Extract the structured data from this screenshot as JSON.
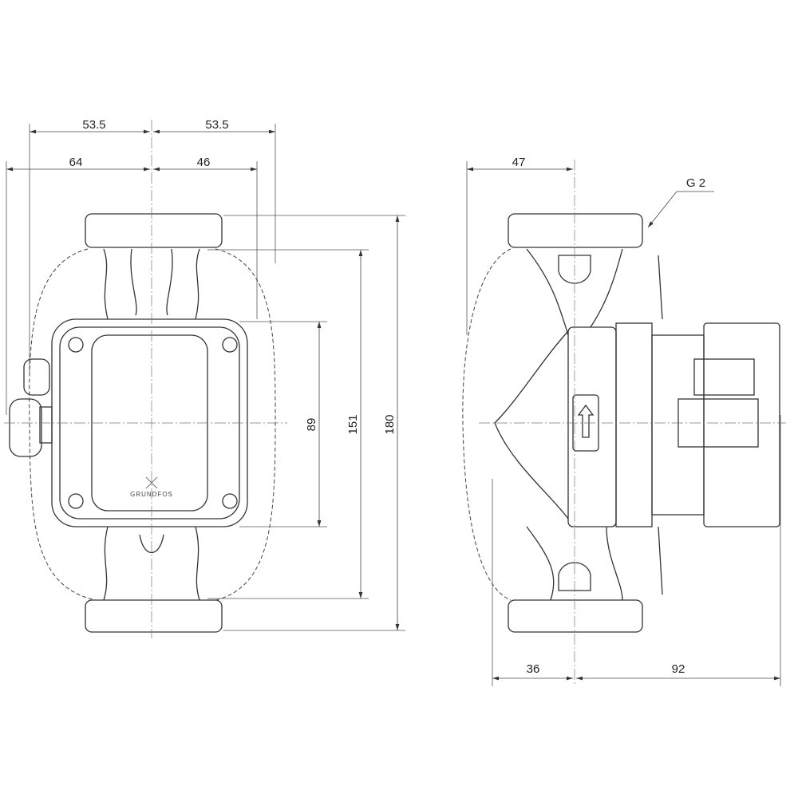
{
  "front_view": {
    "dims": {
      "top_left": "53.5",
      "top_right": "53.5",
      "mid_left": "64",
      "mid_right": "46",
      "height_89": "89",
      "height_151": "151",
      "height_180": "180"
    },
    "logo_text": "GRUNDFOS"
  },
  "side_view": {
    "dims": {
      "top": "47",
      "bottom_left": "36",
      "bottom_right": "92"
    },
    "thread_label": "G 2"
  }
}
